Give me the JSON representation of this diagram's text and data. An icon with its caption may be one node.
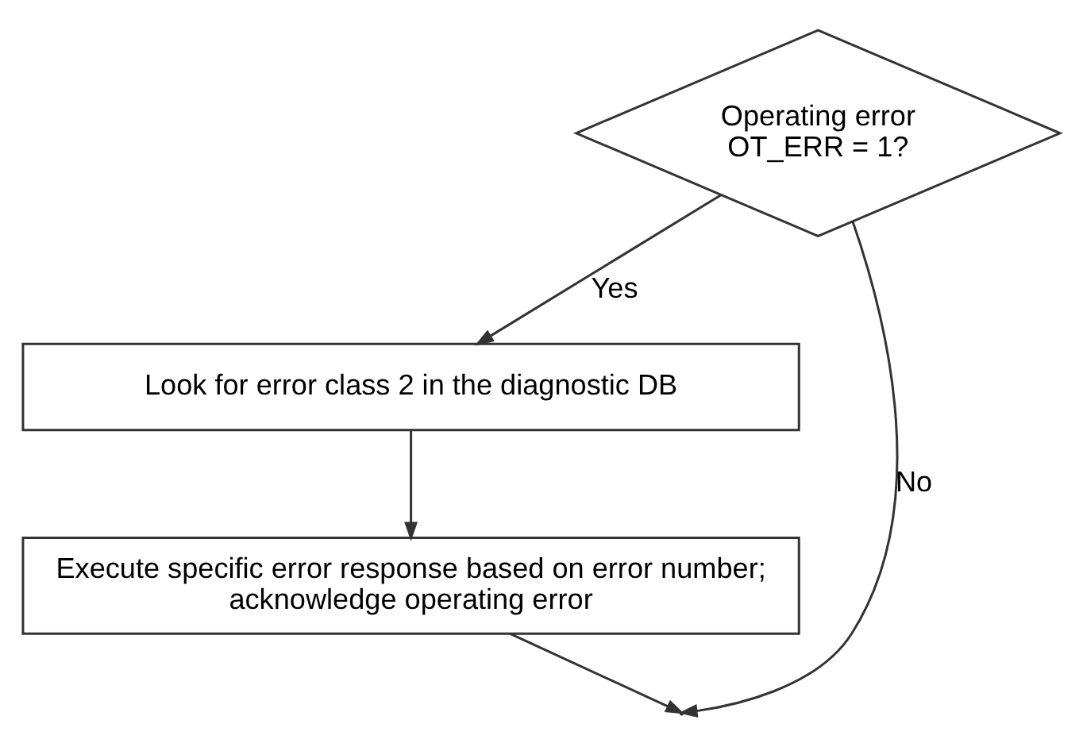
{
  "diagram": {
    "nodes": [
      {
        "text": [
          "Operating error OT_ERR = 1?"
        ]
      },
      {
        "text": [
          "Look for error class 2 in the diagnostic DB"
        ]
      },
      {
        "text": [
          "Execute specific error response based on error number; acknowledge operating error"
        ]
      }
    ],
    "edges": [
      {
        "from": 0,
        "to": 1,
        "arrow": "to",
        "label": "Yes"
      },
      {
        "from": 1,
        "to": 2,
        "arrow": "to"
      },
      {
        "from": 2,
        "to": null,
        "arrow": "to"
      },
      {
        "from": 0,
        "to": null,
        "arrow": "to",
        "label": "No"
      }
    ]
  }
}
